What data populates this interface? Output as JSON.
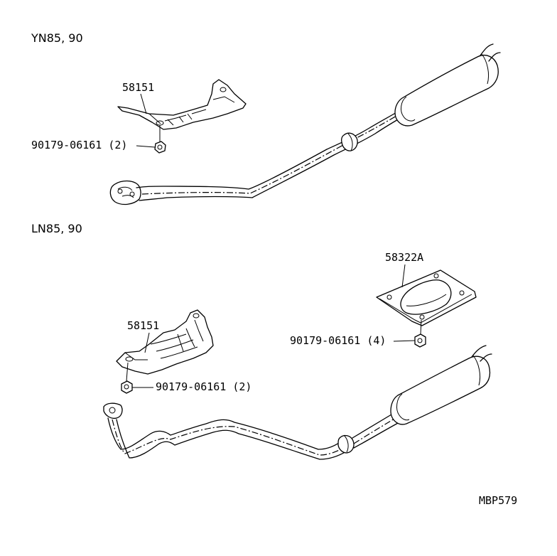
{
  "sections": [
    {
      "model_label": "YN85, 90",
      "parts": [
        {
          "part_number": "58151"
        },
        {
          "part_number": "90179-06161 (2)"
        }
      ]
    },
    {
      "model_label": "LN85, 90",
      "parts": [
        {
          "part_number": "58322A"
        },
        {
          "part_number": "90179-06161 (4)"
        },
        {
          "part_number": "58151"
        },
        {
          "part_number": "90179-06161 (2)"
        }
      ]
    }
  ],
  "diagram_code": "MBP579"
}
